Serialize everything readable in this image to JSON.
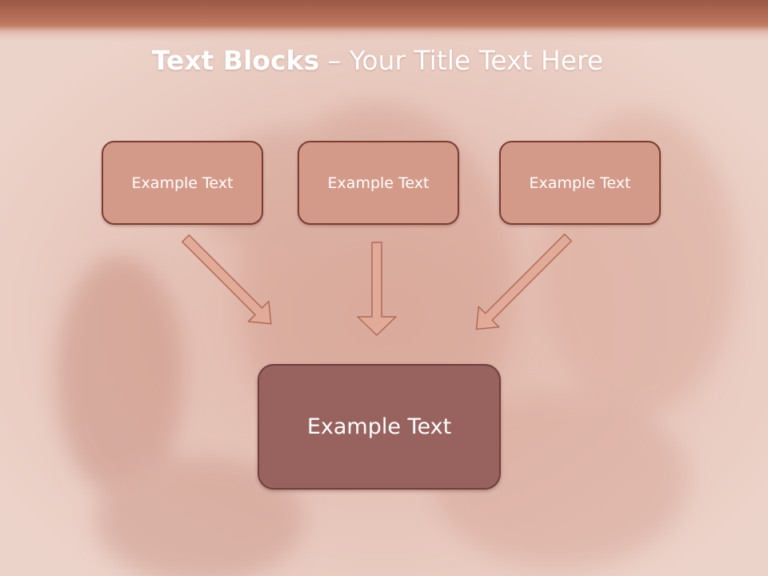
{
  "slide": {
    "title_bold": "Text Blocks",
    "title_dash": " – ",
    "title_rest": "Your Title Text Here",
    "blocks": [
      {
        "label": "Example Text"
      },
      {
        "label": "Example Text"
      },
      {
        "label": "Example Text"
      }
    ],
    "main_block": {
      "label": "Example Text"
    }
  },
  "colors": {
    "header_band": "#b9705a",
    "small_block_fill": "#d49a89",
    "main_block_fill": "#98625f",
    "block_border": "#7a3d33",
    "arrow_fill": "#e2aa98",
    "arrow_stroke": "#b06a58"
  },
  "icons": {
    "arrow_shape": "down-arrow-icon",
    "background": "hands-photo-background"
  }
}
